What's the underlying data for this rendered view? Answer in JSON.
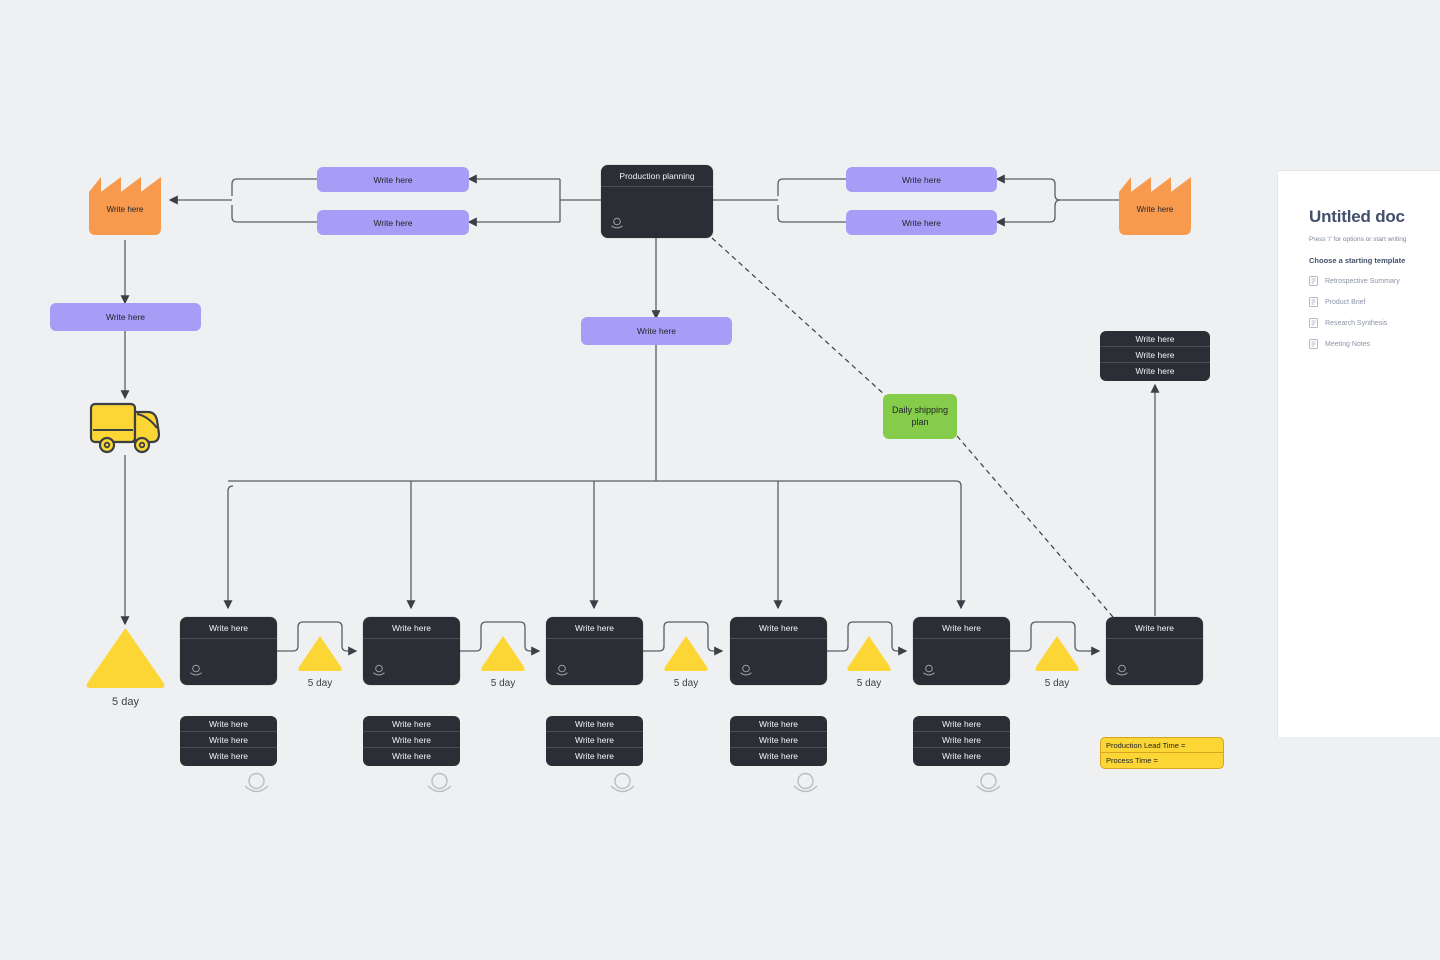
{
  "canvas": {
    "background": "#eff0f1",
    "colors": {
      "process_dark": "#2b2e34",
      "purple": "#a89cf7",
      "orange": "#f89a4e",
      "green": "#84cc4a",
      "yellow": "#fcd635",
      "legend_yellow": "#fcd635",
      "wire": "#4a4e56"
    }
  },
  "diagram": {
    "type": "value-stream-map",
    "production_planning": {
      "title": "Production planning",
      "icon": "operator-icon"
    },
    "suppliers": [
      {
        "name": "supplier-left",
        "label": "Write here",
        "icon": "factory-icon"
      },
      {
        "name": "customer-right",
        "label": "Write here",
        "icon": "factory-icon"
      }
    ],
    "info_boxes_left": [
      {
        "label": "Write here"
      },
      {
        "label": "Write here"
      }
    ],
    "info_boxes_right": [
      {
        "label": "Write here"
      },
      {
        "label": "Write here"
      }
    ],
    "supplier_schedule": {
      "label": "Write here"
    },
    "production_schedule": {
      "label": "Write here"
    },
    "shipping_note": {
      "label": "Daily shipping plan"
    },
    "truck": {
      "icon": "truck-icon"
    },
    "shipping_inventory": {
      "label": "5 day"
    },
    "top_right_data": {
      "rows": [
        "Write here",
        "Write here",
        "Write here"
      ]
    },
    "processes": [
      {
        "header": "Write here",
        "icon": "operator-icon",
        "data_rows": [
          "Write here",
          "Write here",
          "Write here"
        ],
        "operator": "operator-circle-icon"
      },
      {
        "header": "Write here",
        "icon": "operator-icon",
        "data_rows": [
          "Write here",
          "Write here",
          "Write here"
        ],
        "operator": "operator-circle-icon"
      },
      {
        "header": "Write here",
        "icon": "operator-icon",
        "data_rows": [
          "Write here",
          "Write here",
          "Write here"
        ],
        "operator": "operator-circle-icon"
      },
      {
        "header": "Write here",
        "icon": "operator-icon",
        "data_rows": [
          "Write here",
          "Write here",
          "Write here"
        ],
        "operator": "operator-circle-icon"
      },
      {
        "header": "Write here",
        "icon": "operator-icon",
        "data_rows": [
          "Write here",
          "Write here",
          "Write here"
        ],
        "operator": "operator-circle-icon"
      },
      {
        "header": "Write here",
        "icon": "operator-icon",
        "data_rows": [],
        "operator": null
      }
    ],
    "inventories": [
      {
        "label": "5 day"
      },
      {
        "label": "5 day"
      },
      {
        "label": "5 day"
      },
      {
        "label": "5 day"
      },
      {
        "label": "5 day"
      }
    ],
    "legend": {
      "rows": [
        "Production Lead Time =",
        "Process Time ="
      ]
    }
  },
  "doc_panel": {
    "title": "Untitled doc",
    "subtitle": "Press '/' for options or start writing",
    "choose_label": "Choose a starting template",
    "templates": [
      {
        "label": "Retrospective Summary",
        "icon": "doc-template-icon"
      },
      {
        "label": "Product Brief",
        "icon": "doc-template-icon"
      },
      {
        "label": "Research Synthesis",
        "icon": "doc-template-icon"
      },
      {
        "label": "Meeting Notes",
        "icon": "doc-template-icon"
      }
    ]
  }
}
